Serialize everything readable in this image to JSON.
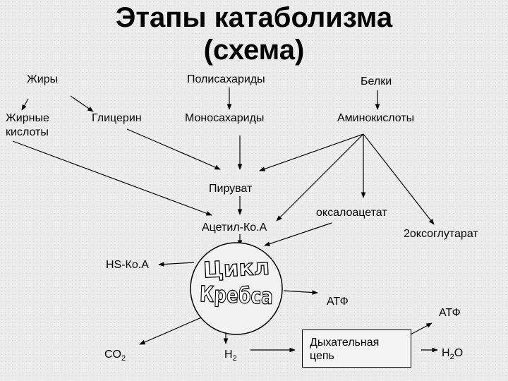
{
  "title": {
    "line1": "Этапы катаболизма",
    "line2": "(схема)"
  },
  "sources": {
    "fats": "Жиры",
    "polysaccharides": "Полисахариды",
    "proteins": "Белки"
  },
  "monomers": {
    "fatty_acids_1": "Жирные",
    "fatty_acids_2": "кислоты",
    "glycerol": "Глицерин",
    "monosaccharides": "Моносахариды",
    "amino_acids": "Аминокислоты"
  },
  "intermediates": {
    "pyruvate": "Пируват",
    "acetyl_coa": "Ацетил-Ко.А",
    "oxaloacetate": "оксалоацетат",
    "oxoglutarate": "2оксоглутарат",
    "hs_coa": "HS-Ко.А"
  },
  "krebs": {
    "line1": "Цикл",
    "line2": "Кребса"
  },
  "products": {
    "co2_main": "CO",
    "co2_sub": "2",
    "h2_main": "H",
    "h2_sub": "2",
    "atp_1": "АТФ",
    "atp_2": "АТФ",
    "h2o_main": "H",
    "h2o_sub": "2",
    "h2o_end": "O"
  },
  "respiratory_chain": {
    "line1": "Дыхательная",
    "line2": "цепь"
  }
}
